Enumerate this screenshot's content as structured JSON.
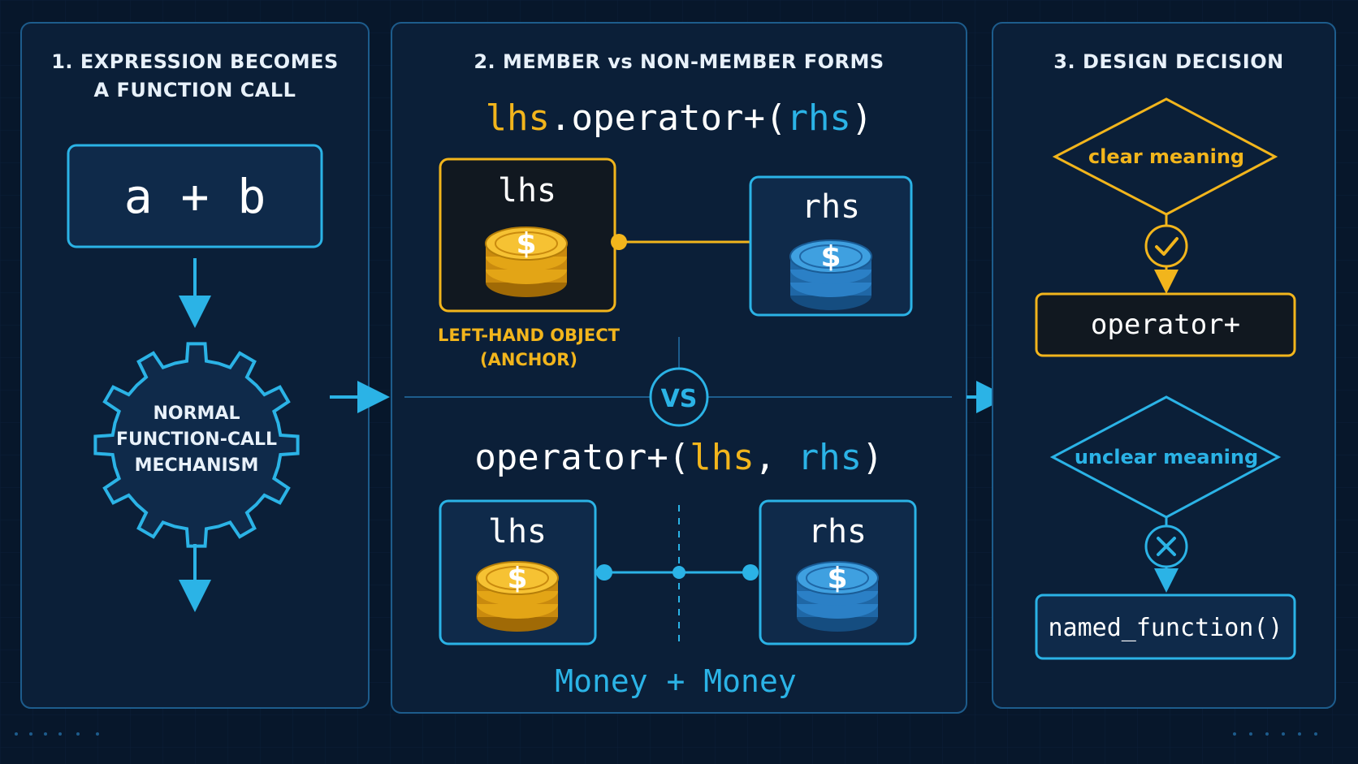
{
  "panel1": {
    "title_line1": "1. EXPRESSION BECOMES",
    "title_line2": "A FUNCTION CALL",
    "expression": "a + b",
    "gear_line1": "NORMAL",
    "gear_line2": "FUNCTION-CALL",
    "gear_line3": "MECHANISM"
  },
  "panel2": {
    "title": "2. MEMBER vs NON-MEMBER FORMS",
    "member_sig": {
      "lhs": "lhs",
      "op": ".operator+(",
      "rhs": "rhs",
      "close": ")"
    },
    "member_lhs_label": "lhs",
    "member_rhs_label": "rhs",
    "anchor_line1": "LEFT-HAND OBJECT",
    "anchor_line2": "(ANCHOR)",
    "vs": "VS",
    "nonmember_sig": {
      "op": "operator+(",
      "lhs": "lhs",
      "comma": ", ",
      "rhs": "rhs",
      "close": ")"
    },
    "nonmember_lhs_label": "lhs",
    "nonmember_rhs_label": "rhs",
    "money_expr": "Money + Money",
    "coin_symbol": "$"
  },
  "panel3": {
    "title": "3. DESIGN DECISION",
    "clear": "clear meaning",
    "operator_box": "operator+",
    "unclear": "unclear meaning",
    "named_box": "named_function()"
  },
  "colors": {
    "background": "#07172b",
    "panel_fill": "#0b1f38",
    "cyan": "#2bb3e6",
    "gold": "#f2b51c",
    "white_text": "#e8f1fa"
  },
  "icons": [
    "gear-icon",
    "check-icon",
    "cross-icon",
    "coin-stack-icon",
    "arrow-down-icon",
    "arrow-right-icon"
  ]
}
